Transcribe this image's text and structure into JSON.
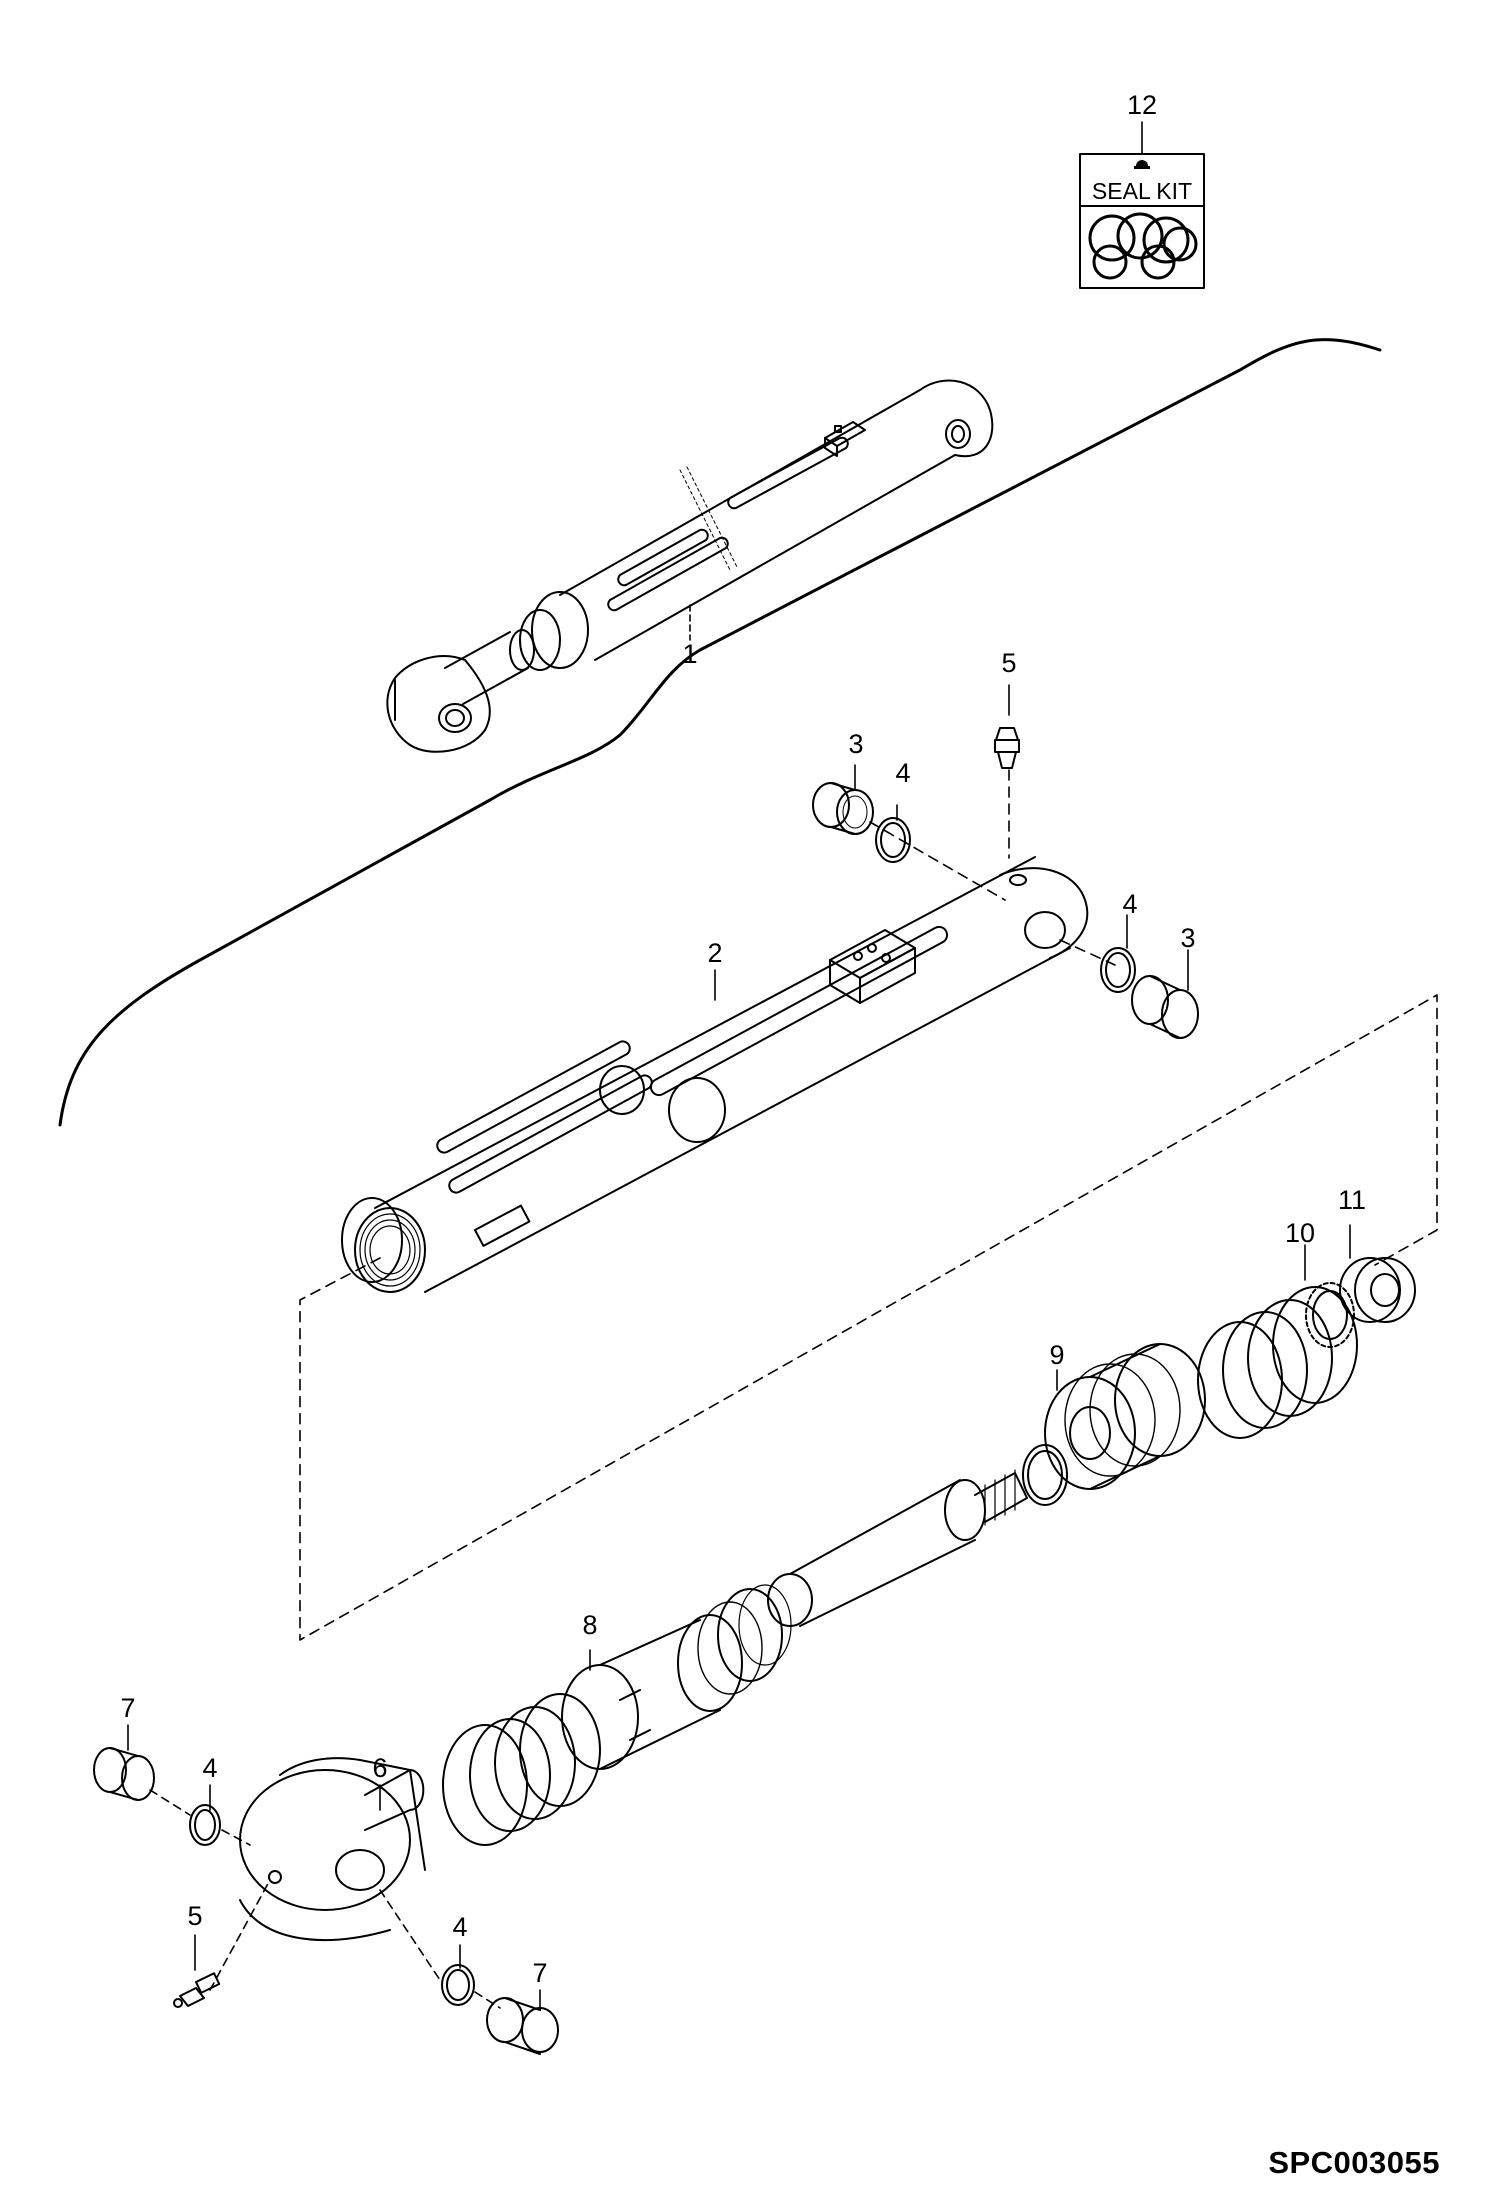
{
  "seal_kit": {
    "callout": "12",
    "label": "SEAL KIT"
  },
  "callouts": {
    "cylinder_assembly": "1",
    "cylinder_barrel": "2",
    "bushing_top": "3",
    "bushing_right": "3",
    "snap_ring_top": "4",
    "snap_ring_right": "4",
    "snap_ring_rod_left": "4",
    "snap_ring_rod_right": "4",
    "grease_fitting_top": "5",
    "grease_fitting_rod": "5",
    "rod_eye": "6",
    "bushing_rod_left": "7",
    "bushing_rod_right": "7",
    "gland": "8",
    "piston": "9",
    "lock_washer": "10",
    "nut": "11"
  },
  "figure_code": "SPC003055"
}
